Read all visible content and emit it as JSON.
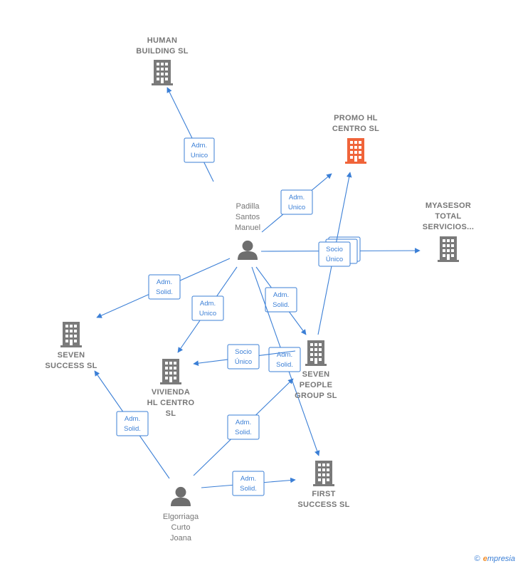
{
  "colors": {
    "edge": "#3b7fd6",
    "company": "#7a7a7a",
    "focus_company": "#f0643a",
    "person": "#6e6e6e"
  },
  "nodes": {
    "human_building": {
      "type": "company",
      "lines": [
        "HUMAN",
        "BUILDING  SL"
      ]
    },
    "promo_hl": {
      "type": "company",
      "focus": true,
      "lines": [
        "PROMO HL",
        "CENTRO  SL"
      ]
    },
    "myasesor": {
      "type": "company",
      "lines": [
        "MYASESOR",
        "TOTAL",
        "SERVICIOS..."
      ]
    },
    "padilla": {
      "type": "person",
      "lines": [
        "Padilla",
        "Santos",
        "Manuel"
      ]
    },
    "seven_success": {
      "type": "company",
      "lines": [
        "SEVEN",
        "SUCCESS  SL"
      ]
    },
    "vivienda": {
      "type": "company",
      "lines": [
        "VIVIENDA",
        "HL CENTRO",
        "SL"
      ]
    },
    "seven_people": {
      "type": "company",
      "lines": [
        "SEVEN",
        "PEOPLE",
        "GROUP  SL"
      ]
    },
    "first_success": {
      "type": "company",
      "lines": [
        "FIRST",
        "SUCCESS  SL"
      ]
    },
    "elgorriaga": {
      "type": "person",
      "lines": [
        "Elgorriaga",
        "Curto",
        "Joana"
      ]
    }
  },
  "edges": [
    {
      "from": "padilla",
      "to": "human_building",
      "label": [
        "Adm.",
        "Unico"
      ]
    },
    {
      "from": "padilla",
      "to": "promo_hl",
      "label": [
        "Adm.",
        "Unico"
      ]
    },
    {
      "from": "padilla",
      "to": "myasesor",
      "label": [
        "Socio",
        "Único"
      ]
    },
    {
      "from": "padilla",
      "to": "seven_success",
      "label": [
        "Adm.",
        "Solid."
      ]
    },
    {
      "from": "padilla",
      "to": "vivienda",
      "label": [
        "Adm.",
        "Unico"
      ]
    },
    {
      "from": "padilla",
      "to": "seven_people",
      "label": [
        "Adm.",
        "Solid."
      ]
    },
    {
      "from": "padilla",
      "to": "first_success",
      "label": [
        "Adm.",
        "Solid."
      ]
    },
    {
      "from": "seven_people",
      "to": "promo_hl",
      "label": [
        "Socio",
        "Único"
      ]
    },
    {
      "from": "seven_people",
      "to": "vivienda",
      "label": [
        "Socio",
        "Único"
      ]
    },
    {
      "from": "elgorriaga",
      "to": "seven_success",
      "label": [
        "Adm.",
        "Solid."
      ]
    },
    {
      "from": "elgorriaga",
      "to": "seven_people",
      "label": [
        "Adm.",
        "Solid."
      ]
    },
    {
      "from": "elgorriaga",
      "to": "first_success",
      "label": [
        "Adm.",
        "Solid."
      ]
    }
  ],
  "footer": {
    "copyright": "©",
    "brand_first": "e",
    "brand_rest": "mpresia"
  }
}
